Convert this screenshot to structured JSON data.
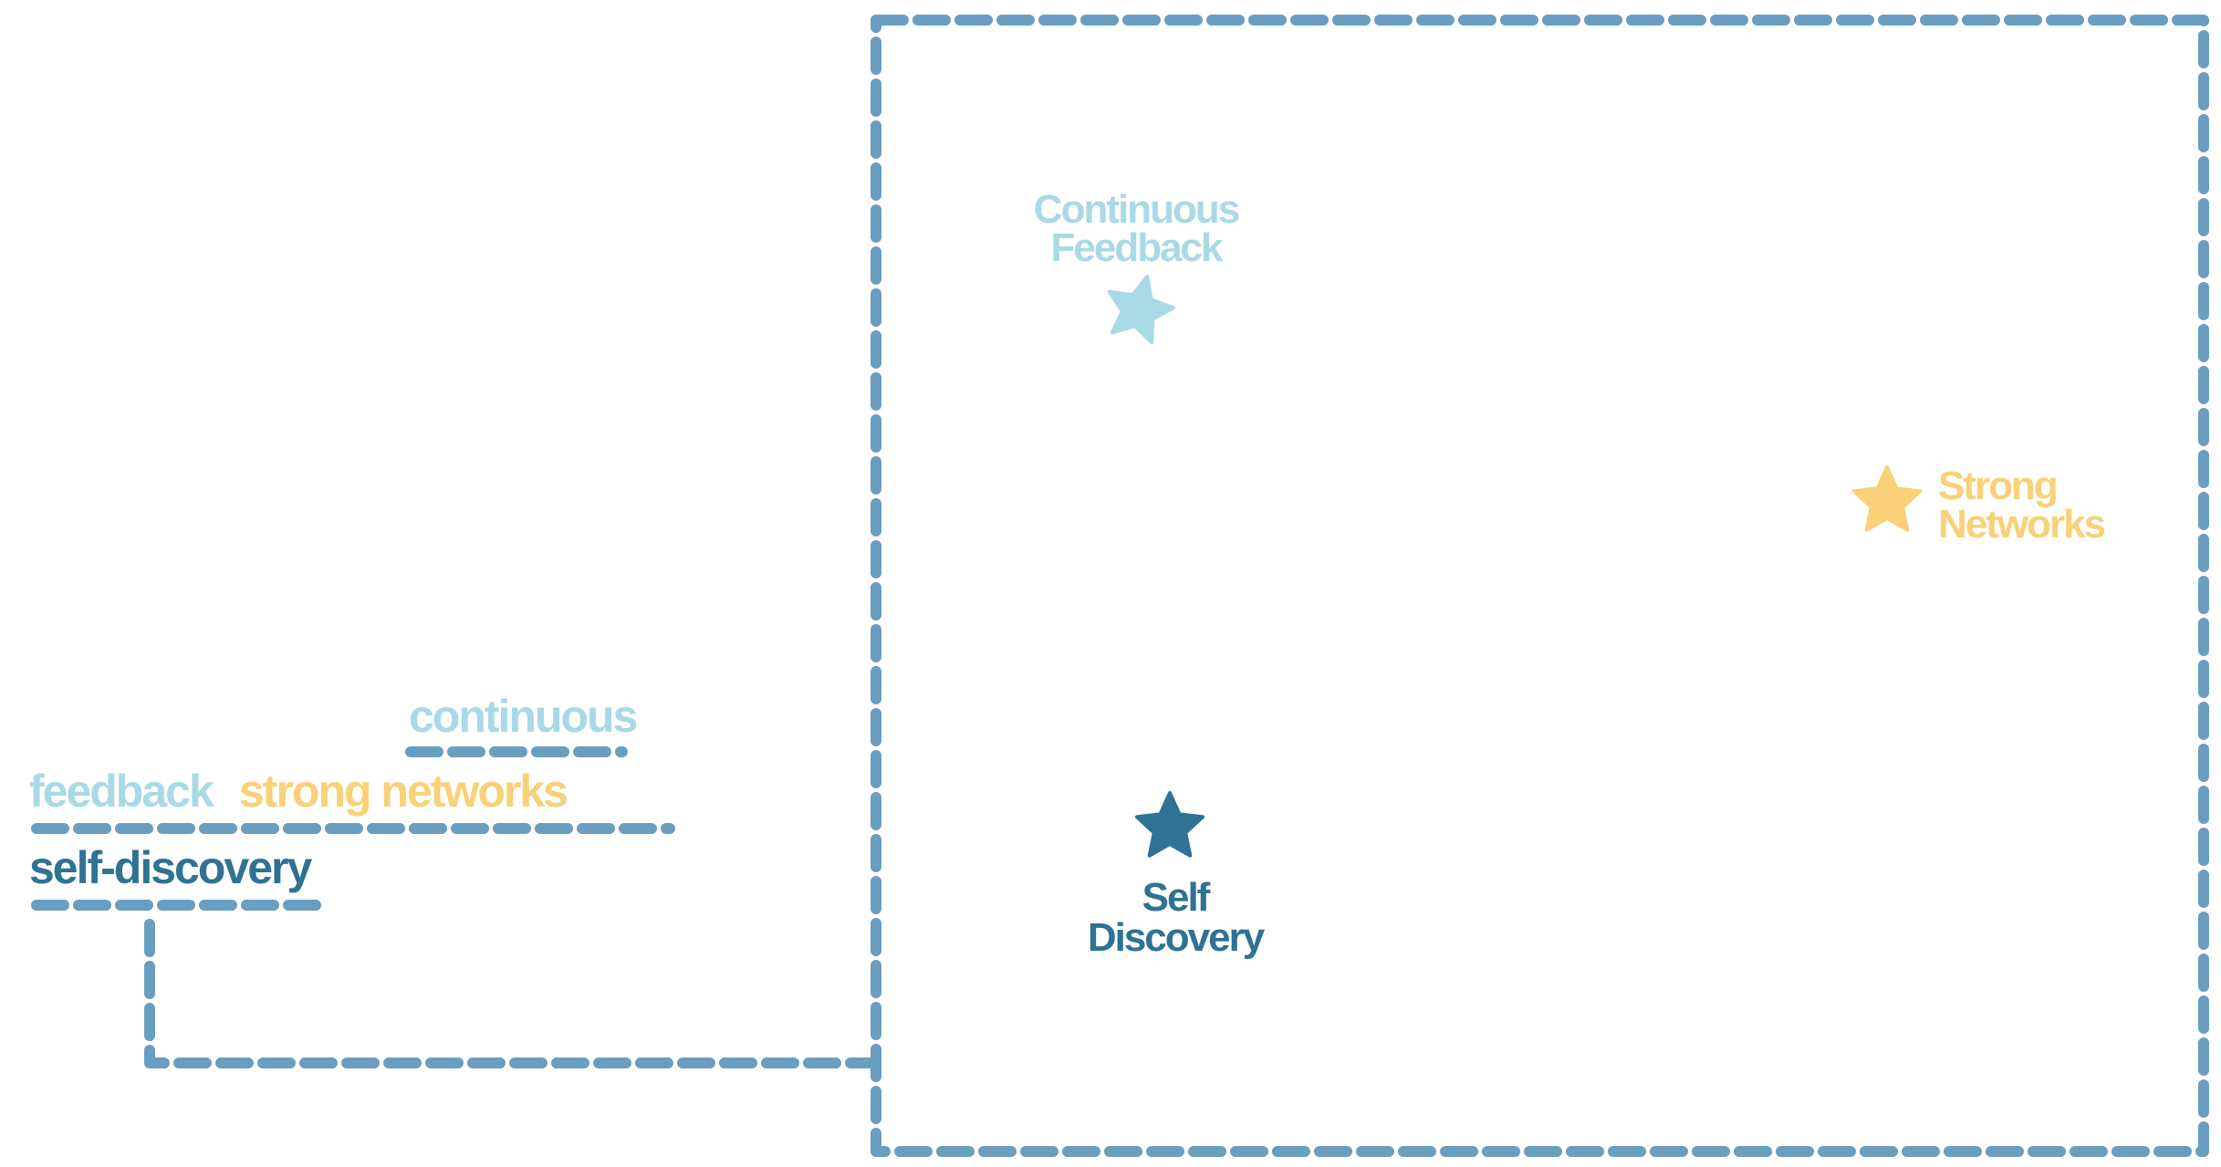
{
  "colors": {
    "dash_line": "#6a9ec0",
    "light_blue": "#a9d9e7",
    "yellow": "#f8d178",
    "dark_blue": "#2e7294"
  },
  "words": {
    "continuous": "continuous",
    "feedback": "feedback",
    "strong_networks": "strong networks",
    "self_discovery": "self-discovery"
  },
  "stars": {
    "continuous_feedback": {
      "line1": "Continuous",
      "line2": "Feedback",
      "icon": "star-icon"
    },
    "strong_networks": {
      "line1": "Strong",
      "line2": "Networks",
      "icon": "star-icon"
    },
    "self_discovery": {
      "line1": "Self",
      "line2": "Discovery",
      "icon": "star-icon"
    }
  }
}
